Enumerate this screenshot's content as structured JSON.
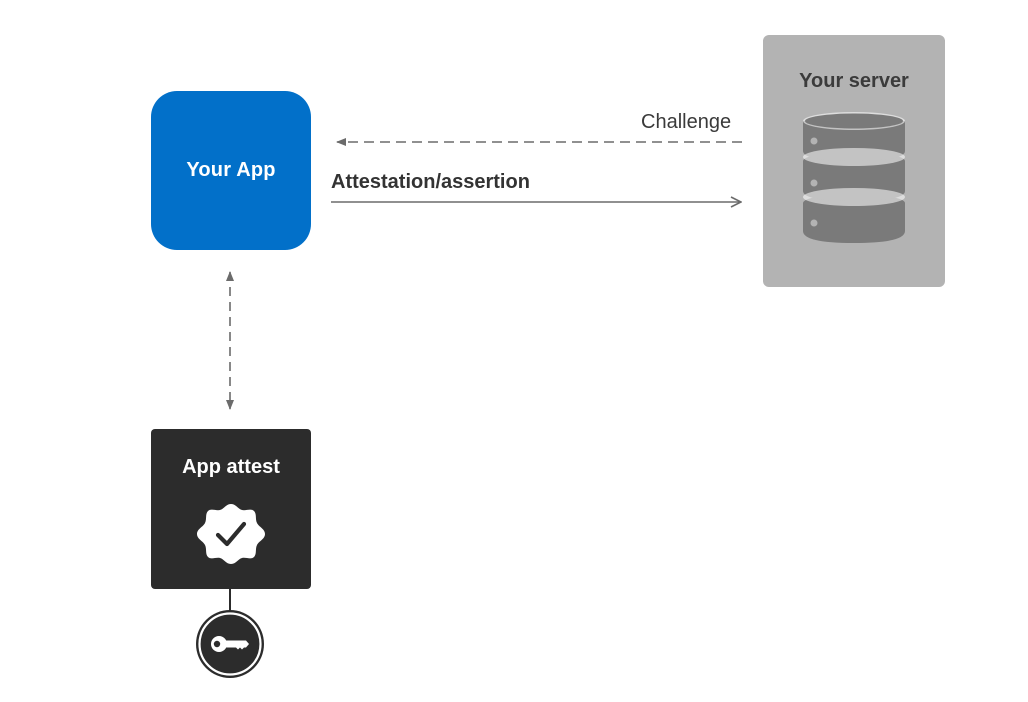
{
  "nodes": {
    "app": {
      "title": "Your App",
      "color": "#0270C9"
    },
    "server": {
      "title": "Your server",
      "color": "#B3B3B3"
    },
    "attest": {
      "title": "App attest",
      "color": "#2C2C2C"
    }
  },
  "edges": {
    "challenge": {
      "label": "Challenge",
      "style": "dashed",
      "direction": "server-to-app"
    },
    "attestation": {
      "label": "Attestation/assertion",
      "style": "solid",
      "direction": "app-to-server"
    },
    "app_attest_link": {
      "style": "dashed",
      "direction": "bidirectional"
    }
  },
  "icons": {
    "server": "database-icon",
    "attest": "verified-badge-icon",
    "key": "key-icon"
  }
}
